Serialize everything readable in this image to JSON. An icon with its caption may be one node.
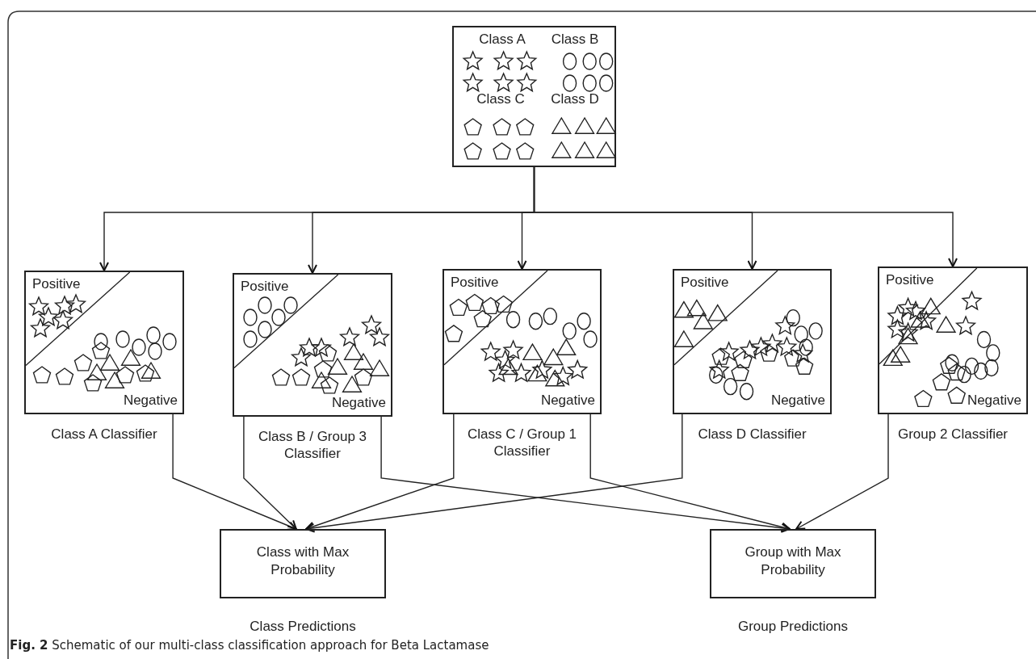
{
  "diagram": {
    "caption": "**Fig. 2** Schematic of our multi-class classification approach for Beta Lactamase",
    "nodes": [
      {
        "text": [
          "Class A",
          "Class B",
          "Class C",
          "Class D"
        ]
      },
      {
        "text": [
          "Positive",
          "Negative"
        ],
        "beside": [
          "Class A Classifier"
        ]
      },
      {
        "text": [
          "Positive",
          "Negative"
        ],
        "beside": [
          "Class B / Group 3 Classifier"
        ]
      },
      {
        "text": [
          "Positive",
          "Negative"
        ],
        "beside": [
          "Class C / Group 1 Classifier"
        ]
      },
      {
        "text": [
          "Positive",
          "Negative"
        ],
        "beside": [
          "Class D Classifier"
        ]
      },
      {
        "text": [
          "Positive",
          "Negative"
        ],
        "beside": [
          "Group 2 Classifier"
        ]
      },
      {
        "text": [
          "Class with Max Probability"
        ],
        "beside": [
          "Class Predictions"
        ]
      },
      {
        "text": [
          "Group with Max Probability"
        ],
        "beside": [
          "Group Predictions"
        ]
      }
    ],
    "edges": [
      {
        "from": 0,
        "to": 1,
        "arrow": "to"
      },
      {
        "from": 0,
        "to": 2,
        "arrow": "to"
      },
      {
        "from": 0,
        "to": 3,
        "arrow": "to"
      },
      {
        "from": 0,
        "to": 4,
        "arrow": "to"
      },
      {
        "from": 0,
        "to": 5,
        "arrow": "to"
      },
      {
        "from": 1,
        "to": 6,
        "arrow": "to"
      },
      {
        "from": 2,
        "to": 6,
        "arrow": "to"
      },
      {
        "from": 2,
        "to": 7,
        "arrow": "to"
      },
      {
        "from": 3,
        "to": 6,
        "arrow": "to"
      },
      {
        "from": 3,
        "to": 7,
        "arrow": "to"
      },
      {
        "from": 4,
        "to": 6,
        "arrow": "to"
      },
      {
        "from": 5,
        "to": 7,
        "arrow": "to"
      }
    ]
  }
}
